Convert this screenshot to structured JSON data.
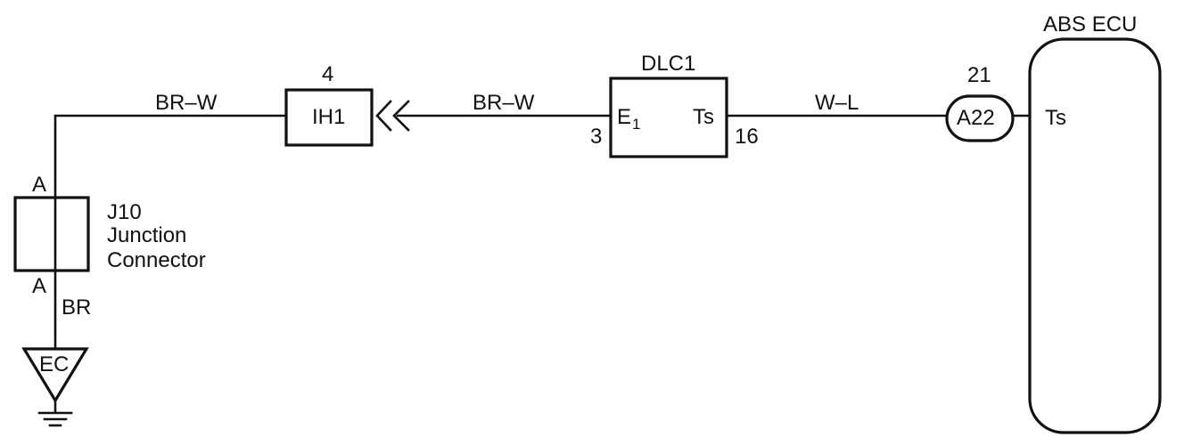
{
  "colors": {
    "ink": "#111111",
    "background": "#ffffff"
  },
  "wires": {
    "left_top": "BR–W",
    "middle": "BR–W",
    "right": "W–L",
    "ground": "BR"
  },
  "ih1": {
    "label": "IH1",
    "pin": "4"
  },
  "dlc1": {
    "title": "DLC1",
    "e_label": "E",
    "e_subscript": "1",
    "ts_label": "Ts",
    "left_pin": "3",
    "right_pin": "16"
  },
  "a22": {
    "label": "A22",
    "pin": "21"
  },
  "ecu": {
    "title": "ABS ECU",
    "ts_label": "Ts"
  },
  "j10": {
    "line1": "J10",
    "line2": "Junction",
    "line3": "Connector",
    "top_pin": "A",
    "bottom_pin": "A"
  },
  "ground": {
    "label": "EC"
  }
}
